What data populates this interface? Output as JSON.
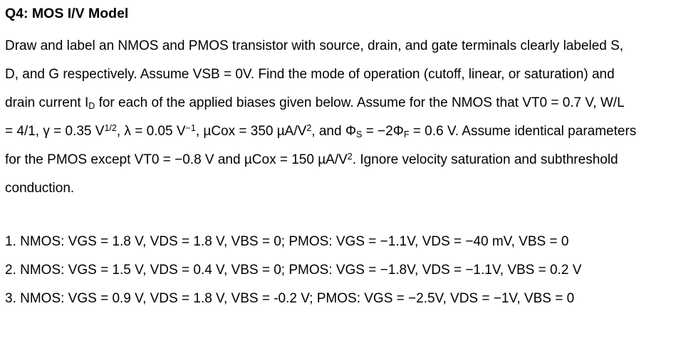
{
  "page": {
    "title": "Q4: MOS I/V Model",
    "colors": {
      "text": "#000000",
      "background": "#ffffff"
    },
    "paragraph_lines": [
      [
        {
          "t": "Draw and label an NMOS and PMOS transistor with source, drain, and gate terminals clearly labeled S,"
        }
      ],
      [
        {
          "t": "D, and G respectively. Assume VSB = 0V. Find the mode of operation (cutoff, linear, or saturation) and"
        }
      ],
      [
        {
          "t": "drain current I"
        },
        {
          "t": "D",
          "s": "sub"
        },
        {
          "t": " for each of the applied biases given below. Assume for the NMOS that VT0 = 0.7 V, W/L"
        }
      ],
      [
        {
          "t": "= 4/1, γ = 0.35 V"
        },
        {
          "t": "1/2",
          "s": "sup"
        },
        {
          "t": ", λ = 0.05 V"
        },
        {
          "t": "−1",
          "s": "sup"
        },
        {
          "t": ", µCox = 350 µA/V"
        },
        {
          "t": "2",
          "s": "sup"
        },
        {
          "t": ", and Φ"
        },
        {
          "t": "S",
          "s": "sub"
        },
        {
          "t": " = −2Φ"
        },
        {
          "t": "F",
          "s": "sub"
        },
        {
          "t": " = 0.6 V. Assume identical parameters"
        }
      ],
      [
        {
          "t": "for the PMOS except VT0 = −0.8 V and µCox = 150 µA/V"
        },
        {
          "t": "2",
          "s": "sup"
        },
        {
          "t": ". Ignore velocity saturation and subthreshold"
        }
      ],
      [
        {
          "t": "conduction."
        }
      ]
    ],
    "bias_items": [
      "1. NMOS: VGS = 1.8 V, VDS = 1.8 V, VBS = 0; PMOS: VGS = −1.1V, VDS = −40 mV, VBS = 0",
      "2. NMOS: VGS = 1.5 V, VDS = 0.4 V, VBS = 0; PMOS: VGS = −1.8V, VDS = −1.1V, VBS = 0.2 V",
      "3. NMOS: VGS = 0.9 V, VDS = 1.8 V, VBS = -0.2 V; PMOS: VGS = −2.5V, VDS = −1V, VBS = 0"
    ]
  }
}
